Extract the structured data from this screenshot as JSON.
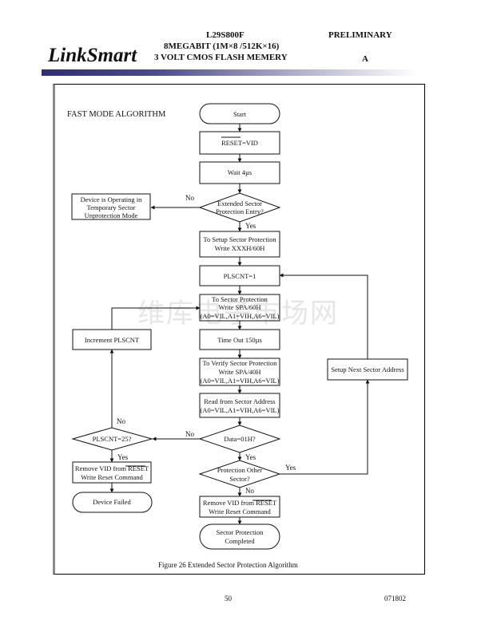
{
  "header": {
    "logo": "LinkSmart",
    "part_number": "L29S800F",
    "density": "8MEGABIT (1M×8 /512K×16)",
    "description": "3 VOLT CMOS FLASH MEMERY",
    "status": "PRELIMINARY",
    "revision": "A"
  },
  "diagram": {
    "section_title": "FAST MODE ALGORITHM",
    "watermark": "维库电子市场网",
    "nodes": {
      "start": "Start",
      "reset_vid": "RESET=VID",
      "wait": "Wait 4µs",
      "extended_entry": [
        "Extended Sector",
        "Protection Entry?"
      ],
      "device_operating": [
        "Device is Operating in",
        "Temporary Sector",
        "Unprotection Mode"
      ],
      "setup_protection": [
        "To Setup Sector Protection",
        "Write XXXH/60H"
      ],
      "plscnt_init": "PLSCNT=1",
      "sector_protection": [
        "To Sector Protection",
        "Write SPA/60H",
        "(A0=VIL,A1=VIH,A6=VIL)"
      ],
      "timeout": "Time Out 150µs",
      "verify_protection": [
        "To Verify Sector Protection",
        "Write SPA/40H",
        "(A0=VIL,A1=VIH,A6=VIL)"
      ],
      "read_sector": [
        "Read from Sector Address",
        "(A0=VIL,A1=VIH,A6=VIL)"
      ],
      "data_check": "Data=01H?",
      "protect_other": [
        "Protection Other",
        "Sector?"
      ],
      "remove_vid_right": [
        "Remove VID from RESET",
        "Write Reset Command"
      ],
      "completed": [
        "Sector Protection",
        "Completed"
      ],
      "increment": "Increment PLSCNT",
      "plscnt_check": "PLSCNT=25?",
      "remove_vid_left": [
        "Remove VID from RESET",
        "Write Reset Command"
      ],
      "device_failed": "Device Failed",
      "setup_next": "Setup Next Sector Address"
    },
    "edge_labels": {
      "entry_no": "No",
      "entry_yes": "Yes",
      "data_no": "No",
      "data_yes": "Yes",
      "other_yes": "Yes",
      "other_no": "No",
      "count_no": "No",
      "count_yes": "Yes"
    },
    "caption": "Figure 26 Extended Sector Protection Algorithm"
  },
  "footer": {
    "page_number": "50",
    "doc_code": "071802"
  }
}
